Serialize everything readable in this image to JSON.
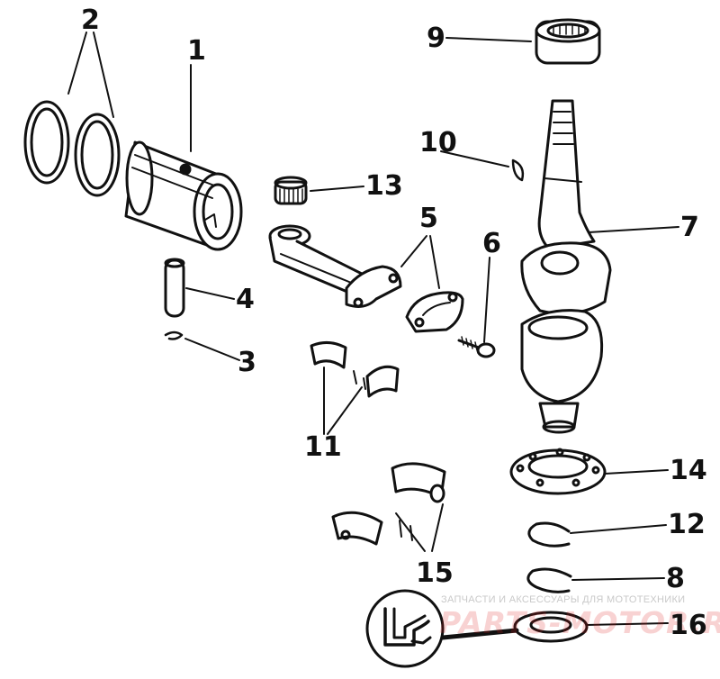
{
  "callouts": {
    "n1": "1",
    "n2": "2",
    "n3": "3",
    "n4": "4",
    "n5": "5",
    "n6": "6",
    "n7": "7",
    "n8": "8",
    "n9": "9",
    "n10": "10",
    "n11": "11",
    "n12": "12",
    "n13": "13",
    "n14": "14",
    "n15": "15",
    "n16": "16"
  },
  "watermark": {
    "caption": "ЗАПЧАСТИ И АКСЕССУАРЫ ДЛЯ МОТОТЕХНИКИ",
    "logo": "PARTS-MOTOR.RU"
  },
  "colors": {
    "ink": "#111111",
    "watermark_red": "#dc1e1e",
    "watermark_gray": "#c9c9c9"
  }
}
